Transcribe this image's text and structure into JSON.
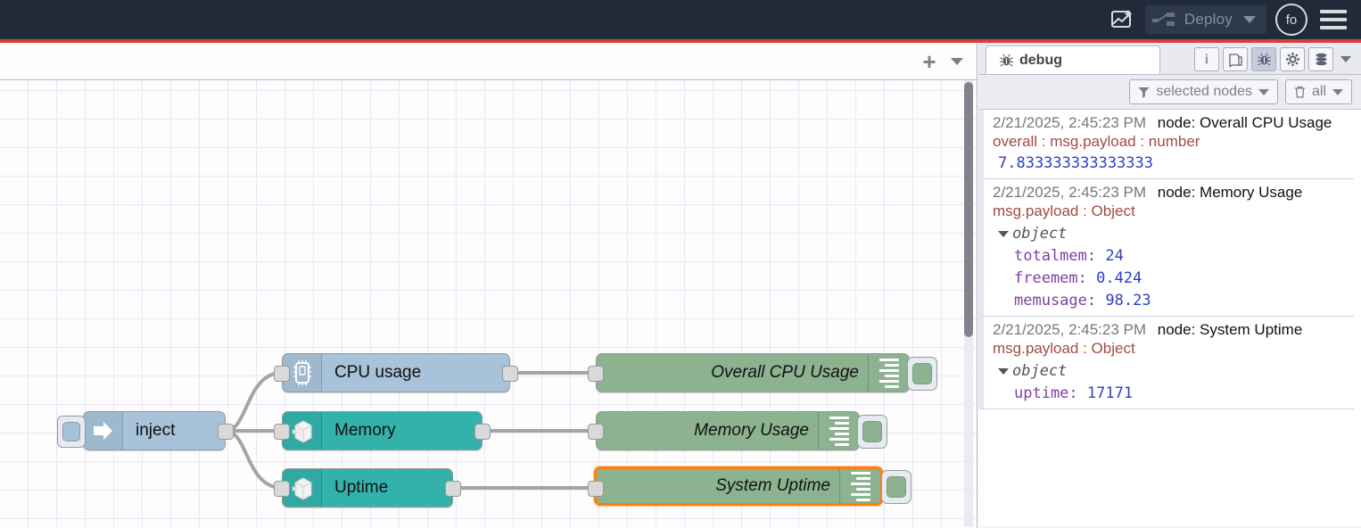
{
  "header": {
    "ai_icon": "flow-ai-icon",
    "deploy_label": "Deploy",
    "deploy_icon": "deploy-icon",
    "avatar_initials": "fo",
    "menu_icon": "hamburger-menu-icon"
  },
  "workspace": {
    "tab_add_label": "+",
    "tab_menu_icon": "chevron-down-icon",
    "nodes": [
      {
        "id": "inject",
        "label": "inject",
        "icon": "arrow-right-icon",
        "color": "blue",
        "type": "inject"
      },
      {
        "id": "cpu",
        "label": "CPU usage",
        "icon": "cpu-chip-icon",
        "color": "blue",
        "type": "function"
      },
      {
        "id": "memory",
        "label": "Memory",
        "icon": "server-box-icon",
        "color": "teal",
        "type": "function"
      },
      {
        "id": "uptime",
        "label": "Uptime",
        "icon": "server-box-icon",
        "color": "teal",
        "type": "function"
      },
      {
        "id": "dbg_cpu",
        "label": "Overall CPU Usage",
        "icon": "debug-lines-icon",
        "color": "green",
        "type": "debug",
        "selected": false
      },
      {
        "id": "dbg_mem",
        "label": "Memory Usage",
        "icon": "debug-lines-icon",
        "color": "green",
        "type": "debug",
        "selected": false
      },
      {
        "id": "dbg_upt",
        "label": "System Uptime",
        "icon": "debug-lines-icon",
        "color": "green",
        "type": "debug",
        "selected": true
      }
    ]
  },
  "sidebar": {
    "active_tab": "debug",
    "tab_label": "debug",
    "tab_icon": "bug-icon",
    "tools": [
      {
        "name": "info-icon",
        "glyph": "i",
        "active": false
      },
      {
        "name": "help-book-icon",
        "glyph": "book",
        "active": false
      },
      {
        "name": "debug-bug-icon",
        "glyph": "bug",
        "active": true
      },
      {
        "name": "config-gear-icon",
        "glyph": "gear",
        "active": false
      },
      {
        "name": "context-data-icon",
        "glyph": "stack",
        "active": false
      }
    ],
    "filter_label": "selected nodes",
    "filter_icon": "funnel-icon",
    "clear_label": "all",
    "clear_icon": "trash-icon",
    "messages": [
      {
        "timestamp": "2/21/2025, 2:45:23 PM",
        "node": "node: Overall CPU Usage",
        "topic": "overall : msg.payload : number",
        "value": "7.833333333333333",
        "kind": "number"
      },
      {
        "timestamp": "2/21/2025, 2:45:23 PM",
        "node": "node: Memory Usage",
        "topic": "msg.payload : Object",
        "kind": "object",
        "object_label": "object",
        "props": [
          {
            "key": "totalmem",
            "value": "24"
          },
          {
            "key": "freemem",
            "value": "0.424"
          },
          {
            "key": "memusage",
            "value": "98.23"
          }
        ]
      },
      {
        "timestamp": "2/21/2025, 2:45:23 PM",
        "node": "node: System Uptime",
        "topic": "msg.payload : Object",
        "kind": "object",
        "object_label": "object",
        "props": [
          {
            "key": "uptime",
            "value": "17171"
          }
        ]
      }
    ]
  },
  "colors": {
    "header_bg": "#212a39",
    "accent_red": "#d83f3b",
    "node_blue": "#a7c2d9",
    "node_teal": "#33b2ac",
    "node_green": "#8cb290",
    "selection_orange": "#ff7f0e"
  }
}
